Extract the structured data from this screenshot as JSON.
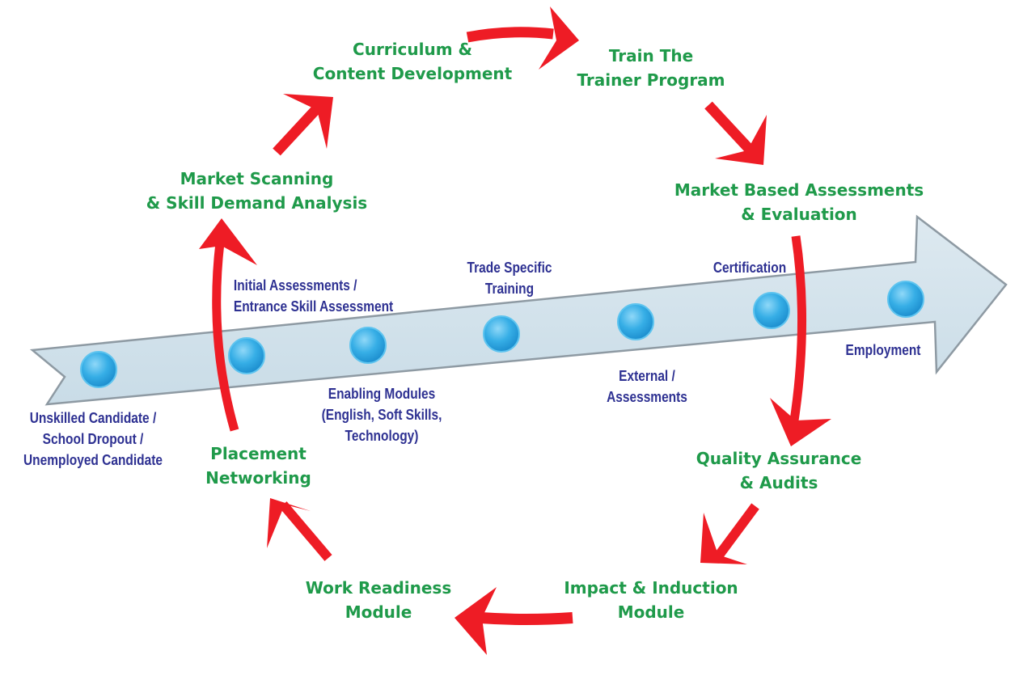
{
  "colors": {
    "cycle_text": "#1f9a4a",
    "timeline_text": "#2e3192",
    "arrow_red": "#ee1c25",
    "timeline_fill": "#d3e3ec",
    "timeline_stroke": "#8e9aa3",
    "node_blue": "#2ea6e0"
  },
  "cycle": {
    "curriculum": [
      "Curriculum &",
      "Content Development"
    ],
    "train_trainer": [
      "Train The",
      "Trainer Program"
    ],
    "market_assessment": [
      "Market Based Assessments",
      "& Evaluation"
    ],
    "quality": [
      "Quality Assurance",
      "& Audits"
    ],
    "impact": [
      "Impact & Induction",
      "Module"
    ],
    "work_readiness": [
      "Work Readiness",
      "Module"
    ],
    "placement": [
      "Placement",
      "Networking"
    ],
    "market_scanning": [
      "Market Scanning",
      "& Skill Demand Analysis"
    ]
  },
  "timeline": {
    "stages": [
      [
        "Unskilled Candidate /",
        "School Dropout /",
        "Unemployed Candidate"
      ],
      [
        "Initial Assessments /",
        "Entrance Skill Assessment"
      ],
      [
        "Enabling Modules",
        "(English, Soft Skills,",
        "Technology)"
      ],
      [
        "Trade Specific",
        "Training"
      ],
      [
        "External /",
        "Assessments"
      ],
      [
        "Certification"
      ],
      [
        "Employment"
      ]
    ]
  }
}
